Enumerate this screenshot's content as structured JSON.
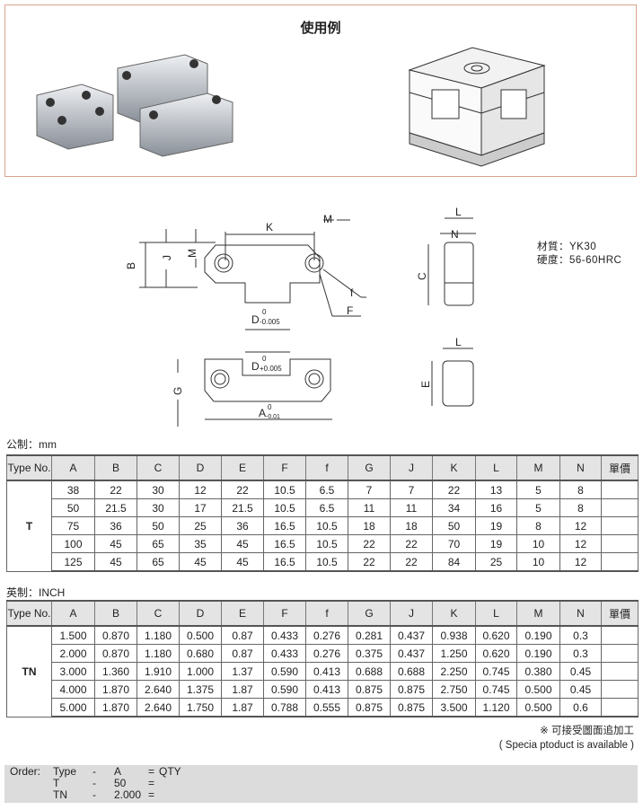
{
  "usage": {
    "title": "使用例"
  },
  "drawing": {
    "labels": {
      "K": "K",
      "M": "M",
      "J": "J",
      "B": "B",
      "f": "f",
      "F": "F",
      "D": "D",
      "D_tol_top": "0",
      "D_tol_bottom_minus": "-0.005",
      "D_tol_bottom_plus": "+0.005",
      "G": "G",
      "A": "A",
      "A_tol_top": "0",
      "A_tol_bottom": "-0.01",
      "L": "L",
      "N": "N",
      "C": "C",
      "E": "E"
    }
  },
  "material": {
    "line1": "材質：YK30",
    "line2": "硬度：56-60HRC"
  },
  "metric": {
    "unit_label": "公制：mm",
    "headers": [
      "Type No.",
      "A",
      "B",
      "C",
      "D",
      "E",
      "F",
      "f",
      "G",
      "J",
      "K",
      "L",
      "M",
      "N",
      "單價"
    ],
    "type": "T",
    "rows": [
      [
        "38",
        "22",
        "30",
        "12",
        "22",
        "10.5",
        "6.5",
        "7",
        "7",
        "22",
        "13",
        "5",
        "8",
        ""
      ],
      [
        "50",
        "21.5",
        "30",
        "17",
        "21.5",
        "10.5",
        "6.5",
        "11",
        "11",
        "34",
        "16",
        "5",
        "8",
        ""
      ],
      [
        "75",
        "36",
        "50",
        "25",
        "36",
        "16.5",
        "10.5",
        "18",
        "18",
        "50",
        "19",
        "8",
        "12",
        ""
      ],
      [
        "100",
        "45",
        "65",
        "35",
        "45",
        "16.5",
        "10.5",
        "22",
        "22",
        "70",
        "19",
        "10",
        "12",
        ""
      ],
      [
        "125",
        "45",
        "65",
        "45",
        "45",
        "16.5",
        "10.5",
        "22",
        "22",
        "84",
        "25",
        "10",
        "12",
        ""
      ]
    ]
  },
  "inch": {
    "unit_label": "英制：INCH",
    "headers": [
      "Type No.",
      "A",
      "B",
      "C",
      "D",
      "E",
      "F",
      "f",
      "G",
      "J",
      "K",
      "L",
      "M",
      "N",
      "單價"
    ],
    "type": "TN",
    "rows": [
      [
        "1.500",
        "0.870",
        "1.180",
        "0.500",
        "0.87",
        "0.433",
        "0.276",
        "0.281",
        "0.437",
        "0.938",
        "0.620",
        "0.190",
        "0.3",
        ""
      ],
      [
        "2.000",
        "0.870",
        "1.180",
        "0.680",
        "0.87",
        "0.433",
        "0.276",
        "0.375",
        "0.437",
        "1.250",
        "0.620",
        "0.190",
        "0.3",
        ""
      ],
      [
        "3.000",
        "1.360",
        "1.910",
        "1.000",
        "1.37",
        "0.590",
        "0.413",
        "0.688",
        "0.688",
        "2.250",
        "0.745",
        "0.380",
        "0.45",
        ""
      ],
      [
        "4.000",
        "1.870",
        "2.640",
        "1.375",
        "1.87",
        "0.590",
        "0.413",
        "0.875",
        "0.875",
        "2.750",
        "0.745",
        "0.500",
        "0.45",
        ""
      ],
      [
        "5.000",
        "1.870",
        "2.640",
        "1.750",
        "1.87",
        "0.788",
        "0.555",
        "0.875",
        "0.875",
        "3.500",
        "1.120",
        "0.500",
        "0.6",
        ""
      ]
    ]
  },
  "note": {
    "line1": "※ 可接受圖面追加工",
    "line2": "( Specia ptoduct is available )"
  },
  "order": {
    "label": "Order:",
    "rows": [
      [
        "Type",
        "-",
        "A",
        "=",
        "QTY"
      ],
      [
        "T",
        "-",
        "50",
        "=",
        ""
      ],
      [
        "TN",
        "-",
        "2.000",
        "=",
        ""
      ]
    ]
  }
}
